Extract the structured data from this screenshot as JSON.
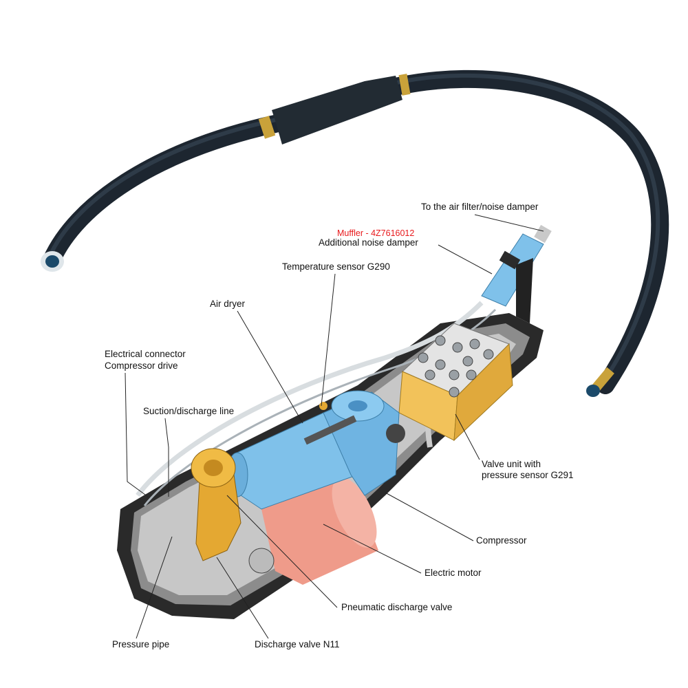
{
  "labels": {
    "air_filter": "To the air filter/noise damper",
    "muffler_part": "Muffler - 4Z7616012",
    "additional_damper": "Additional noise damper",
    "temp_sensor": "Temperature sensor G290",
    "air_dryer": "Air dryer",
    "electrical_connector_1": "Electrical connector",
    "electrical_connector_2": "Compressor drive",
    "suction_line": "Suction/discharge line",
    "valve_unit_1": "Valve unit with",
    "valve_unit_2": "pressure sensor G291",
    "compressor": "Compressor",
    "electric_motor": "Electric motor",
    "pneumatic_valve": "Pneumatic discharge valve",
    "pressure_pipe": "Pressure pipe",
    "discharge_valve": "Discharge valve N11"
  },
  "colors": {
    "hose": "#1d2630",
    "housing": "#2a2a2a",
    "blue_parts": "#7fc1ea",
    "motor": "#ef9b8a",
    "valve_unit": "#f2c25a",
    "brass": "#e4a832",
    "muffler_text": "#e8191c"
  }
}
